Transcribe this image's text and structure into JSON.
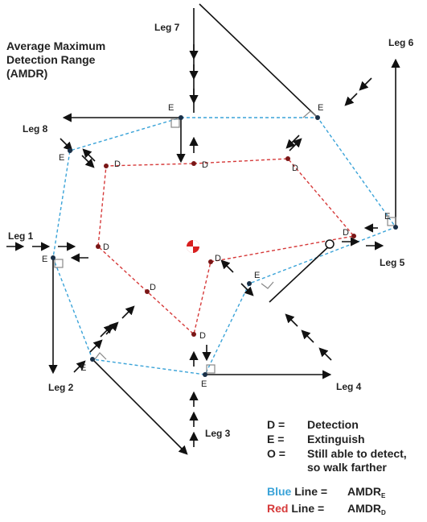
{
  "title_lines": [
    "Average Maximum",
    "Detection Range",
    "(AMDR)"
  ],
  "legs": [
    "Leg 1",
    "Leg 2",
    "Leg 3",
    "Leg 4",
    "Leg 5",
    "Leg 6",
    "Leg 7",
    "Leg 8"
  ],
  "point_labels": {
    "detection": "D",
    "extinguish": "E"
  },
  "legend": {
    "d_key": "D =",
    "d_text": "Detection",
    "e_key": "E =",
    "e_text": "Extinguish",
    "o_key": "O =",
    "o_text_1": "Still able to detect,",
    "o_text_2": "so walk farther",
    "blue_word": "Blue",
    "blue_rest": " Line =",
    "red_word": "Red",
    "red_rest": " Line =",
    "amdr": "AMDR",
    "sub_e": "E",
    "sub_d": "D"
  },
  "colors": {
    "blue": "#3aa3d8",
    "red": "#d63a3a",
    "ink": "#111111",
    "target": "#d81f1f"
  }
}
